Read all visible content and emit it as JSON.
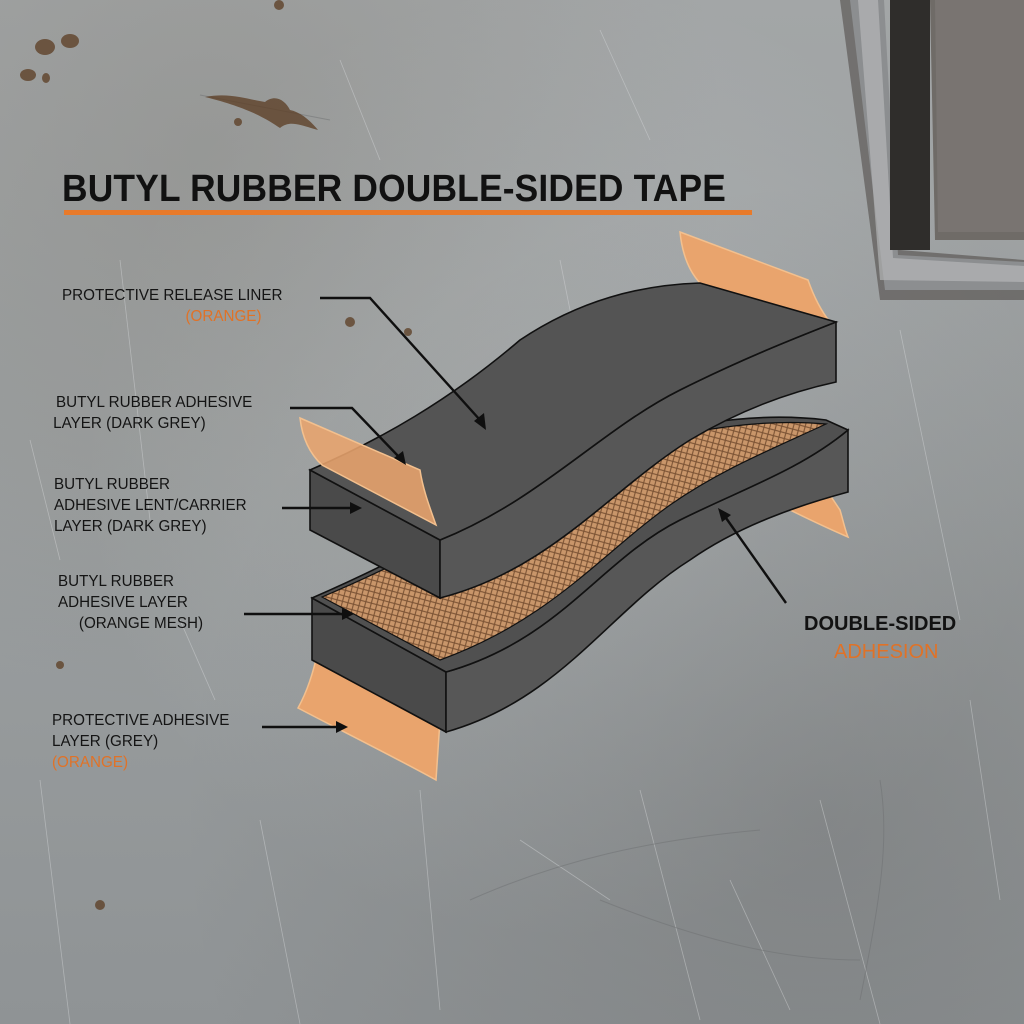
{
  "title": "BUTYL RUBBER DOUBLE-SIDED TAPE",
  "colors": {
    "accent_orange": "#e87a2a",
    "label_orange": "#e07227",
    "tape_body": "#565656",
    "release_liner": "#e9a46d",
    "mesh": "#c8956a",
    "text": "#141414",
    "background_metal": "#9ea2a4"
  },
  "labels": [
    {
      "id": "protective-release-liner",
      "lines": [
        "PROTECTIVE RELEASE LINER"
      ],
      "sub": "(ORANGE)"
    },
    {
      "id": "butyl-adhesive-layer-top",
      "lines": [
        "BUTYL RUBBER ADHESIVE",
        "LAYER (DARK GREY)"
      ],
      "sub": ""
    },
    {
      "id": "carrier-layer",
      "lines": [
        "BUTYL RUBBER",
        "ADHESIVE LENT/CARRIER",
        "LAYER (DARK GREY)"
      ],
      "sub": ""
    },
    {
      "id": "orange-mesh-layer",
      "lines": [
        "BUTYL RUBBER",
        "ADHESIVE LAYER",
        "(ORANGE MESH)"
      ],
      "sub": ""
    },
    {
      "id": "protective-adhesive-layer",
      "lines": [
        "PROTECTIVE ADHESIVE",
        "LAYER (GREY)"
      ],
      "sub": "(ORANGE)"
    }
  ],
  "callout_right": {
    "line1": "DOUBLE-SIDED",
    "line2": "ADHESION"
  }
}
